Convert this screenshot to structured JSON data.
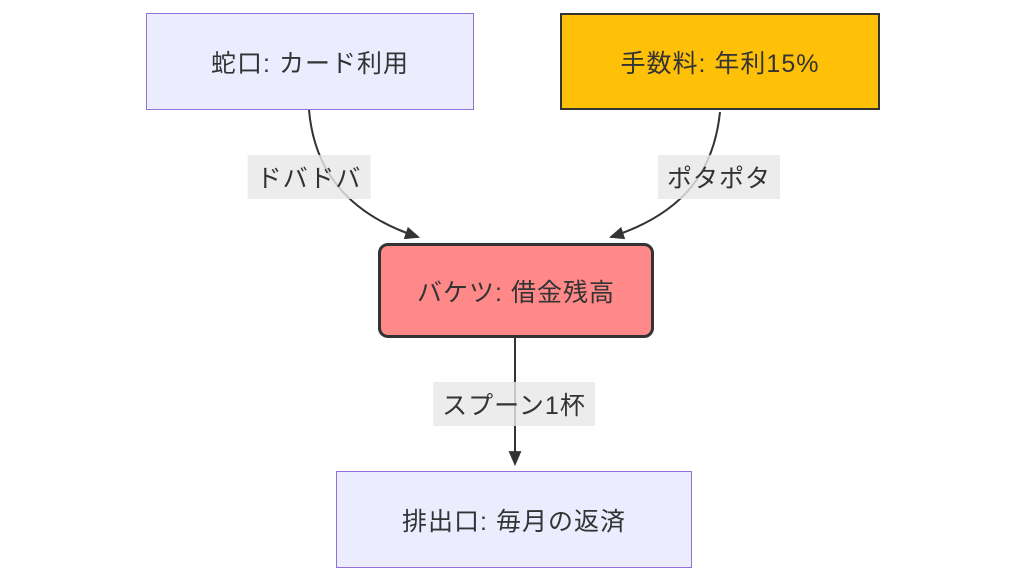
{
  "diagram": {
    "type": "flowchart",
    "direction": "top-down",
    "nodes": [
      {
        "id": "faucet",
        "label": "蛇口: カード利用",
        "fill": "#ECECFF",
        "stroke": "#9370DB"
      },
      {
        "id": "fee",
        "label": "手数料: 年利15%",
        "fill": "#FFC107",
        "stroke": "#333333"
      },
      {
        "id": "bucket",
        "label": "バケツ: 借金残高",
        "fill": "#FF8888",
        "stroke": "#333333"
      },
      {
        "id": "drain",
        "label": "排出口: 毎月の返済",
        "fill": "#ECECFF",
        "stroke": "#9370DB"
      }
    ],
    "edges": [
      {
        "from": "faucet",
        "to": "bucket",
        "label": "ドバドバ"
      },
      {
        "from": "fee",
        "to": "bucket",
        "label": "ポタポタ"
      },
      {
        "from": "bucket",
        "to": "drain",
        "label": "スプーン1杯"
      }
    ],
    "colors": {
      "background": "#FFFFFF",
      "line": "#333333",
      "text": "#333333",
      "edge_label_bg": "#E8E8E8"
    }
  }
}
